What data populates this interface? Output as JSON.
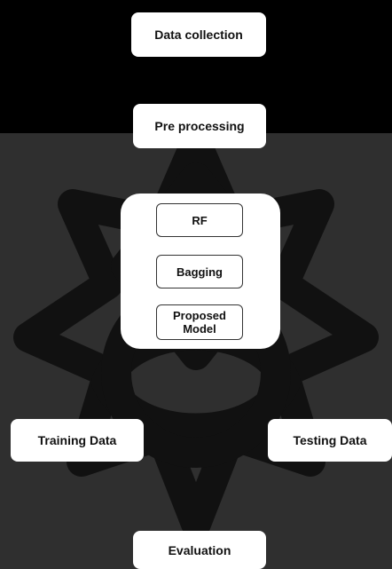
{
  "diagram": {
    "nodes": {
      "data_collection": "Data collection",
      "preprocessing": "Pre processing",
      "rf": "RF",
      "bagging": "Bagging",
      "proposed_model": "Proposed Model",
      "training_data": "Training Data",
      "testing_data": "Testing Data",
      "evaluation": "Evaluation"
    }
  },
  "colors": {
    "top_band": "#000000",
    "background": "#2f2f2f",
    "ornament": "#111111",
    "node_fill": "#ffffff",
    "text": "#111111"
  }
}
